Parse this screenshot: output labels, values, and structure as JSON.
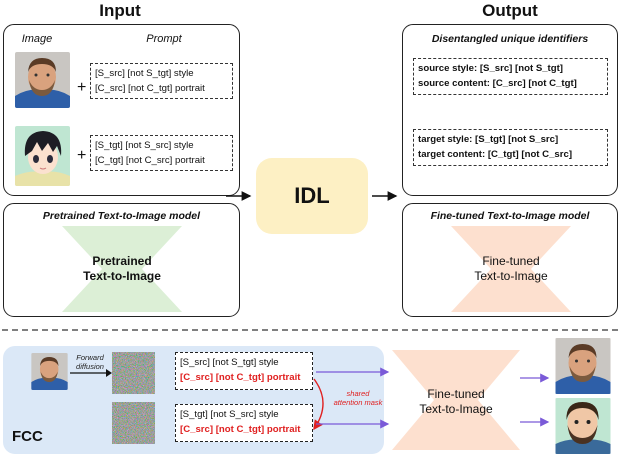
{
  "headings": {
    "input": "Input",
    "output": "Output"
  },
  "input_panel": {
    "image_header": "Image",
    "prompt_header": "Prompt",
    "plus": "+",
    "src_prompt": {
      "line1": "[S_src] [not S_tgt] style",
      "line2": "[C_src] [not C_tgt] portrait"
    },
    "tgt_prompt": {
      "line1": "[S_tgt] [not S_src] style",
      "line2": "[C_tgt] [not C_src] portrait"
    }
  },
  "pretrained_panel": {
    "title": "Pretrained Text-to-Image model",
    "label_line1": "Pretrained",
    "label_line2": "Text-to-Image"
  },
  "idl_box": {
    "label": "IDL"
  },
  "output_panel": {
    "title": "Disentangled unique identifiers",
    "source_style": "source style: [S_src] [not S_tgt]",
    "source_content": "source content: [C_src] [not C_tgt]",
    "target_style": "target style: [S_tgt] [not S_src]",
    "target_content": "target content: [C_tgt] [not C_src]"
  },
  "finetuned_panel": {
    "title": "Fine-tuned Text-to-Image model",
    "label_line1": "Fine-tuned",
    "label_line2": "Text-to-Image"
  },
  "fcc": {
    "label": "FCC",
    "forward_line1": "Forward",
    "forward_line2": "diffusion",
    "prompt_a": {
      "line1": "[S_src] [not S_tgt] style",
      "line2": "[C_src] [not C_tgt] portrait"
    },
    "prompt_b": {
      "line1": "[S_tgt] [not S_src] style",
      "line2": "[C_src] [not C_tgt] portrait"
    },
    "shared_line1": "shared",
    "shared_line2": "attention mask",
    "model_line1": "Fine-tuned",
    "model_line2": "Text-to-Image"
  },
  "colors": {
    "idl_fill": "#fdf0c4",
    "pretrained_fill": "#dcefd6",
    "finetuned_fill": "#fde0cf",
    "fcc_fill": "#dbe8f7",
    "highlight_red": "#e02020",
    "arrow_purple": "#7a5ad8"
  }
}
